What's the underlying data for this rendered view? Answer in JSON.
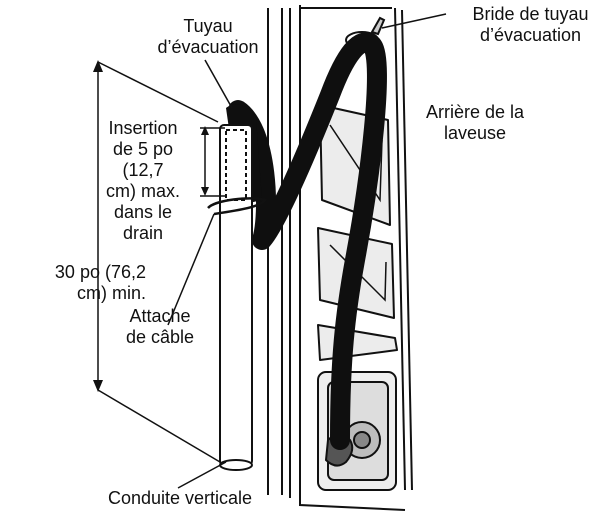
{
  "labels": {
    "drain_hose": "Tuyau\nd’évacuation",
    "hose_clamp": "Bride de tuyau\nd’évacuation",
    "washer_back": "Arrière de la\nlaveuse",
    "insertion": "Insertion\nde 5 po\n(12,7\ncm) max.\ndans le\ndrain",
    "height": "30 po (76,2\ncm) min.",
    "cable_tie": "Attache\nde câble",
    "standpipe": "Conduite verticale"
  },
  "colors": {
    "ink": "#111111",
    "hose": "#0f0f0f",
    "paper": "#ffffff",
    "panel_shade": "#e6e6e6"
  }
}
